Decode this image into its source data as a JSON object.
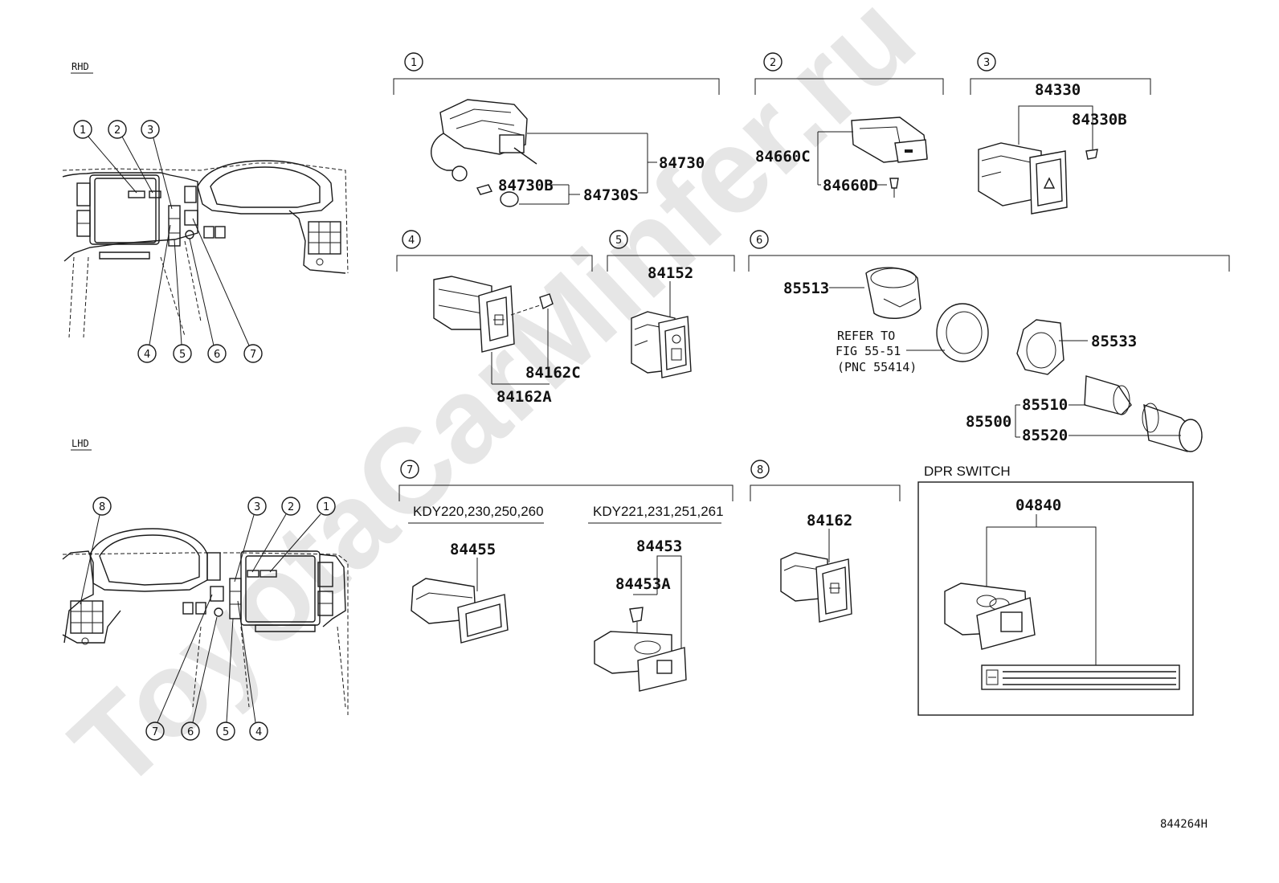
{
  "watermark": "ToyotaCarMinfer.ru",
  "drawing_code": "844264H",
  "rhd": {
    "label": "RHD",
    "callouts": [
      "1",
      "2",
      "3",
      "4",
      "5",
      "6",
      "7"
    ]
  },
  "lhd": {
    "label": "LHD",
    "callouts": [
      "8",
      "3",
      "2",
      "1",
      "7",
      "6",
      "5",
      "4"
    ]
  },
  "sections": {
    "s1": {
      "num": "1",
      "parts": {
        "p84730": "84730",
        "p84730B": "84730B",
        "p84730S": "84730S"
      }
    },
    "s2": {
      "num": "2",
      "parts": {
        "p84660C": "84660C",
        "p84660D": "84660D"
      }
    },
    "s3": {
      "num": "3",
      "parts": {
        "p84330": "84330",
        "p84330B": "84330B"
      }
    },
    "s4": {
      "num": "4",
      "parts": {
        "p84162C": "84162C",
        "p84162A": "84162A"
      }
    },
    "s5": {
      "num": "5",
      "parts": {
        "p84152": "84152"
      }
    },
    "s6": {
      "num": "6",
      "parts": {
        "p85513": "85513",
        "p85533": "85533",
        "p85510": "85510",
        "p85500": "85500",
        "p85520": "85520"
      },
      "refer_line1": "REFER TO",
      "refer_line2": "FIG 55-51",
      "refer_line3": "(PNC 55414)"
    },
    "s7": {
      "num": "7",
      "model_a": "KDY220,230,250,260",
      "model_b": "KDY221,231,251,261",
      "parts": {
        "p84455": "84455",
        "p84453": "84453",
        "p84453A": "84453A"
      }
    },
    "s8": {
      "num": "8",
      "parts": {
        "p84162": "84162"
      }
    },
    "dpr": {
      "title": "DPR SWITCH",
      "parts": {
        "p04840": "04840"
      }
    }
  },
  "icons": {
    "hazard_switch": "hazard-triangle-icon",
    "fog_switch": "fog-lamp-icon",
    "dimmer_switch": "dimmer-icon",
    "dpr_switch": "dpr-filter-icon"
  }
}
